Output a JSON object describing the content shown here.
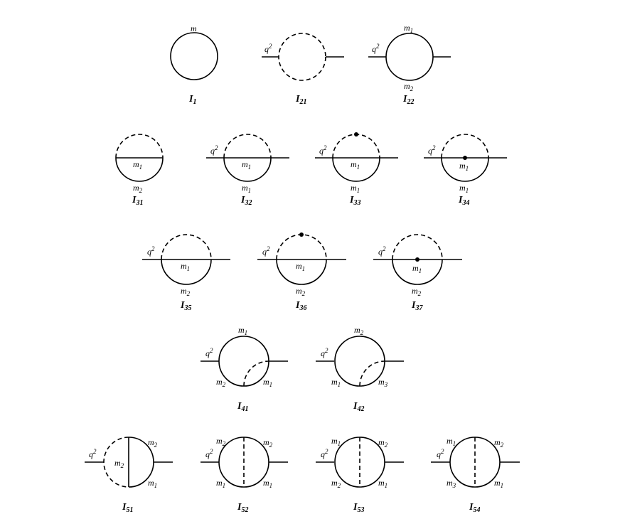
{
  "labels": {
    "m": "m",
    "m1": "m1",
    "m2": "m2",
    "m3": "m3",
    "q2": "q2"
  },
  "diagrams": [
    {
      "id": "I1",
      "title": "I",
      "sub": "1"
    },
    {
      "id": "I21",
      "title": "I",
      "sub": "21"
    },
    {
      "id": "I22",
      "title": "I",
      "sub": "22"
    },
    {
      "id": "I31",
      "title": "I",
      "sub": "31"
    },
    {
      "id": "I32",
      "title": "I",
      "sub": "32"
    },
    {
      "id": "I33",
      "title": "I",
      "sub": "33"
    },
    {
      "id": "I34",
      "title": "I",
      "sub": "34"
    },
    {
      "id": "I35",
      "title": "I",
      "sub": "35"
    },
    {
      "id": "I36",
      "title": "I",
      "sub": "36"
    },
    {
      "id": "I37",
      "title": "I",
      "sub": "37"
    },
    {
      "id": "I41",
      "title": "I",
      "sub": "41"
    },
    {
      "id": "I42",
      "title": "I",
      "sub": "42"
    },
    {
      "id": "I51",
      "title": "I",
      "sub": "51"
    },
    {
      "id": "I52",
      "title": "I",
      "sub": "52"
    },
    {
      "id": "I53",
      "title": "I",
      "sub": "53"
    },
    {
      "id": "I54",
      "title": "I",
      "sub": "54"
    }
  ]
}
